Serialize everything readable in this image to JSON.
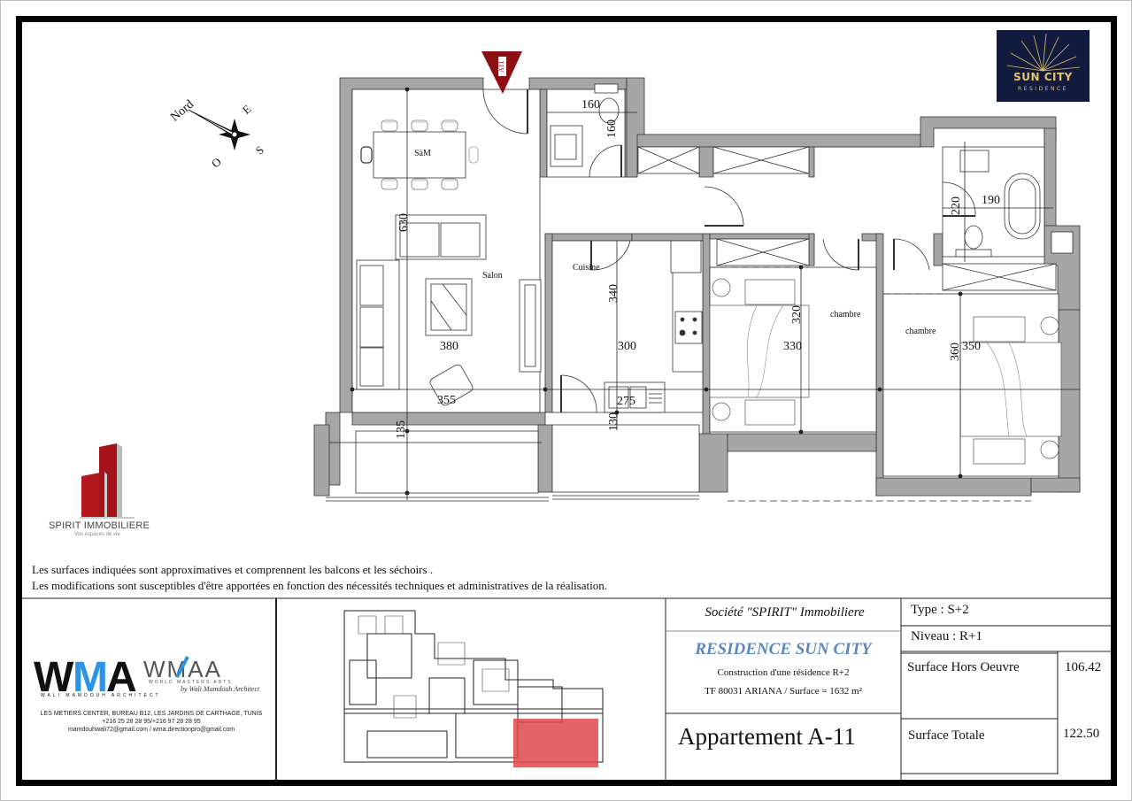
{
  "plan": {
    "compass": {
      "north": "Nord",
      "east": "E",
      "south": "S",
      "west": "O"
    },
    "entry_marker": "A11",
    "rooms": [
      {
        "name": "SàM",
        "label": "SàM"
      },
      {
        "name": "Salon",
        "label": "Salon"
      },
      {
        "name": "Cuisine",
        "label": "Cuisine"
      },
      {
        "name": "chambre-1",
        "label": "chambre"
      },
      {
        "name": "chambre-2",
        "label": "chambre"
      }
    ],
    "dimensions": {
      "salon_width": "380",
      "salon_lower": "355",
      "sam_height": "630",
      "balcony_depth_left": "135",
      "kitchen_height": "340",
      "kitchen_width": "300",
      "kitchen_sink": "275",
      "balcony_depth_mid": "130",
      "wc_width": "160",
      "wc_height": "160",
      "bath_width": "190",
      "bath_height": "220",
      "chambre1_height": "320",
      "chambre1_width": "330",
      "chambre2_height": "360",
      "chambre2_width": "350"
    }
  },
  "logos": {
    "sun_city": {
      "title": "SUN CITY",
      "subtitle": "RESIDENCE"
    },
    "spirit": {
      "name": "SPIRIT IMMOBILIERE",
      "tagline": "Vos espaces de vie"
    },
    "wma": {
      "letters": "WMA",
      "sub": "WALI MAMDOUH ARCHITECT",
      "wmaa_letters": "WMAA",
      "wmaa_sub": "WORLD MASTERS ARTS",
      "signature": "by Wali Mamdouh Architect"
    }
  },
  "notes": [
    "Les surfaces indiquées sont approximatives et comprennent les balcons et les séchoirs .",
    "Les modifications sont susceptibles d'être apportées en fonction des nécessités techniques et administratives de la réalisation."
  ],
  "architect": {
    "address": "LES METIERS CENTER, BUREAU B12, LES JARDINS DE CARTHAGE, TUNIS",
    "phones": "+216 25 28 28 95/+216 97 28 28 95",
    "emails": "mamdouhwali72@gmail.com / wma.directionpro@gmail.com"
  },
  "title_block": {
    "company": "Société \"SPIRIT\" Immobiliere",
    "project": "RESIDENCE SUN CITY",
    "description": "Construction d'une résidence R+2",
    "land": "TF 80031  ARIANA  / Surface = 1632 m²",
    "apartment": "Appartement A-11",
    "type_label": "Type :  S+2",
    "level_label": "Niveau : R+1",
    "surfaces": [
      {
        "label": "Surface Hors Oeuvre",
        "value": "106.42"
      },
      {
        "label": "Surface Totale",
        "value": "122.50"
      }
    ]
  },
  "colors": {
    "wall": "#a6a6a6",
    "frame": "#000000",
    "project_blue": "#5b87c2",
    "highlight_red": "#e0474c",
    "marker_red": "#8b0f13",
    "sun_navy": "#121a3e",
    "sun_gold": "#e8c468"
  }
}
